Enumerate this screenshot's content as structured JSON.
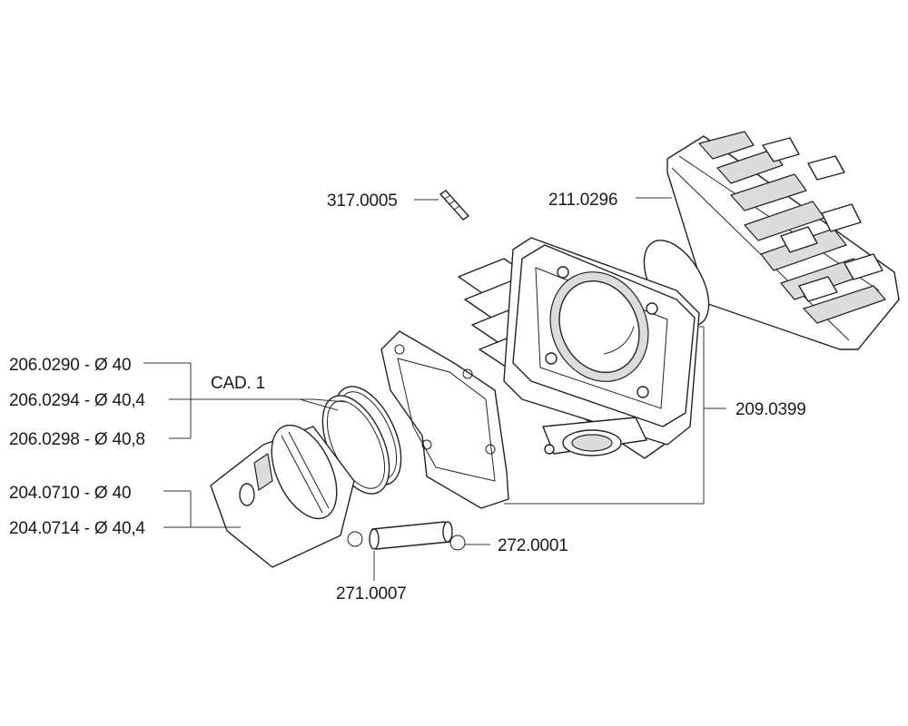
{
  "labels": {
    "pin_clip_stud": "317.0005",
    "head": "211.0296",
    "cylinder": "209.0399",
    "ring_40": "206.0290 - Ø 40",
    "ring_404": "206.0294 - Ø 40,4",
    "ring_408": "206.0298 - Ø 40,8",
    "cad": "CAD. 1",
    "piston_40": "204.0710 - Ø 40",
    "piston_404": "204.0714 - Ø 40,4",
    "circlip": "272.0001",
    "wrist_pin": "271.0007"
  }
}
